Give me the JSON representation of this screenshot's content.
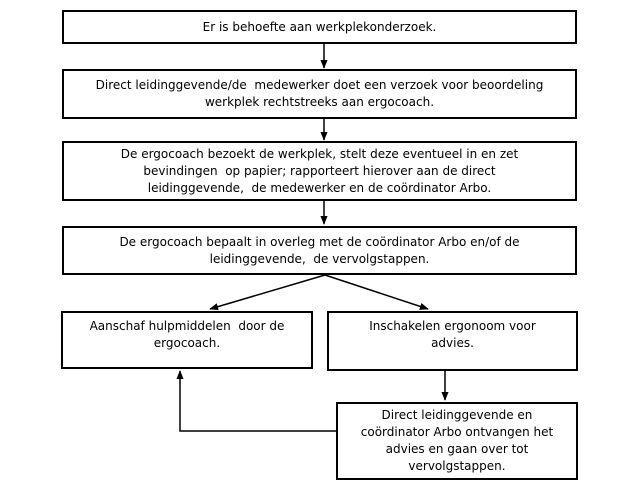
{
  "flowchart": {
    "language": "nl",
    "boxes": [
      {
        "name": "need-for-research",
        "text": "Er is behoefte aan werkplekonderzoek."
      },
      {
        "name": "request-to-ergocoach",
        "text": "Direct leidinggevende/de  medewerker doet een verzoek voor beoordeling\nwerkplek rechtstreeks aan ergocoach."
      },
      {
        "name": "ergocoach-visit",
        "text": "De ergocoach bezoekt de werkplek, stelt deze eventueel in en zet\nbevindingen  op papier; rapporteert hierover aan de direct\nleidinggevende,  de medewerker en de coördinator Arbo."
      },
      {
        "name": "ergocoach-decision",
        "text": "De ergocoach bepaalt in overleg met de coördinator Arbo en/of de\nleidinggevende,  de vervolgstappen."
      },
      {
        "name": "purchase-aids",
        "text": "Aanschaf hulpmiddelen  door de\nergocoach."
      },
      {
        "name": "engage-ergonomist",
        "text": "Inschakelen ergonoom voor\nadvies."
      },
      {
        "name": "advice-follow-up",
        "text": "Direct leidinggevende en\ncoördinator Arbo ontvangen het\nadvies en gaan over tot\nvervolgstappen."
      }
    ],
    "edges": [
      {
        "from": "need-for-research",
        "to": "request-to-ergocoach"
      },
      {
        "from": "request-to-ergocoach",
        "to": "ergocoach-visit"
      },
      {
        "from": "ergocoach-visit",
        "to": "ergocoach-decision"
      },
      {
        "from": "ergocoach-decision",
        "to": "purchase-aids"
      },
      {
        "from": "ergocoach-decision",
        "to": "engage-ergonomist"
      },
      {
        "from": "engage-ergonomist",
        "to": "advice-follow-up"
      },
      {
        "from": "advice-follow-up",
        "to": "purchase-aids"
      }
    ],
    "colors": {
      "box_fill": "#ffffff",
      "box_border": "#000000",
      "text": "#000000",
      "arrow": "#000000"
    }
  }
}
